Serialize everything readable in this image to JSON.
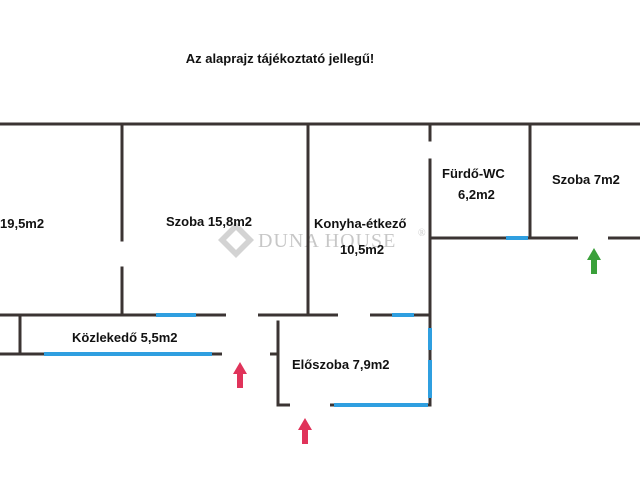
{
  "title": "Az alaprajz tájékoztató jellegű!",
  "watermark": {
    "text": "DUNA HOUSE",
    "registered": "®"
  },
  "rooms": [
    {
      "id": "room-left",
      "label": "19,5m2"
    },
    {
      "id": "room-szoba-15",
      "label": "Szoba 15,8m2"
    },
    {
      "id": "room-konyha-1",
      "label": "Konyha-étkező"
    },
    {
      "id": "room-konyha-2",
      "label": "10,5m2"
    },
    {
      "id": "room-furdo-1",
      "label": "Fürdő-WC"
    },
    {
      "id": "room-furdo-2",
      "label": "6,2m2"
    },
    {
      "id": "room-szoba-7",
      "label": "Szoba 7m2"
    },
    {
      "id": "room-kozlekedo",
      "label": "Közlekedő 5,5m2"
    },
    {
      "id": "room-eloszoba",
      "label": "Előszoba 7,9m2"
    }
  ],
  "colors": {
    "wall": "#3b3433",
    "window": "#2f9fe0",
    "entrance_arrow": "#e0335a",
    "side_arrow": "#3aa03a",
    "text": "#111111"
  }
}
